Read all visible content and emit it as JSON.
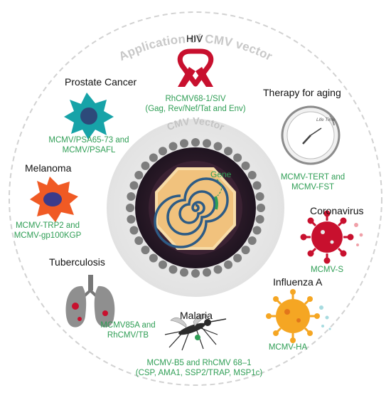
{
  "diagram": {
    "title": "Application of CMV vector",
    "center_label": "CMV Vector",
    "gene_label": "Gene",
    "clock_text": "Life Time",
    "applications": [
      {
        "disease": "HIV",
        "icon": "red-ribbon-icon",
        "vectors": [
          "RhCMV68-1/SIV",
          "(Gag, Rev/Nef/Tat and Env)"
        ]
      },
      {
        "disease": "Prostate Cancer",
        "icon": "cancer-cell-icon",
        "vectors": [
          "MCMV/PSA65-73 and",
          "MCMV/PSAFL"
        ]
      },
      {
        "disease": "Therapy for aging",
        "icon": "clock-icon",
        "vectors": [
          "MCMV-TERT  and",
          "MCMV-FST"
        ]
      },
      {
        "disease": "Melanoma",
        "icon": "melanoma-cell-icon",
        "vectors": [
          "MCMV-TRP2 and",
          "MCMV-gp100KGP"
        ]
      },
      {
        "disease": "Coronavirus",
        "icon": "coronavirus-icon",
        "vectors": [
          "MCMV-S"
        ]
      },
      {
        "disease": "Tuberculosis",
        "icon": "lungs-icon",
        "vectors": [
          "MCMV85A and",
          "RhCMV/TB"
        ]
      },
      {
        "disease": "Influenza A",
        "icon": "influenza-virus-icon",
        "vectors": [
          "MCMV-HA"
        ]
      },
      {
        "disease": "Malaria",
        "icon": "mosquito-icon",
        "vectors": [
          "MCMV-B5 and RhCMV 68–1",
          "(CSP, AMA1, SSP2/TRAP, MSP1c)"
        ]
      }
    ]
  },
  "colors": {
    "label_green": "#2f9e55",
    "ribbon_red": "#c8102e",
    "prostate_teal": "#17a3a8",
    "melanoma_orange": "#f05a24",
    "virus_red": "#c8102e",
    "influenza_orange": "#f5a623",
    "capsid_gold": "#f1c27d",
    "genome_blue": "#2d5b85",
    "ring_grey": "#c8c8c8"
  }
}
